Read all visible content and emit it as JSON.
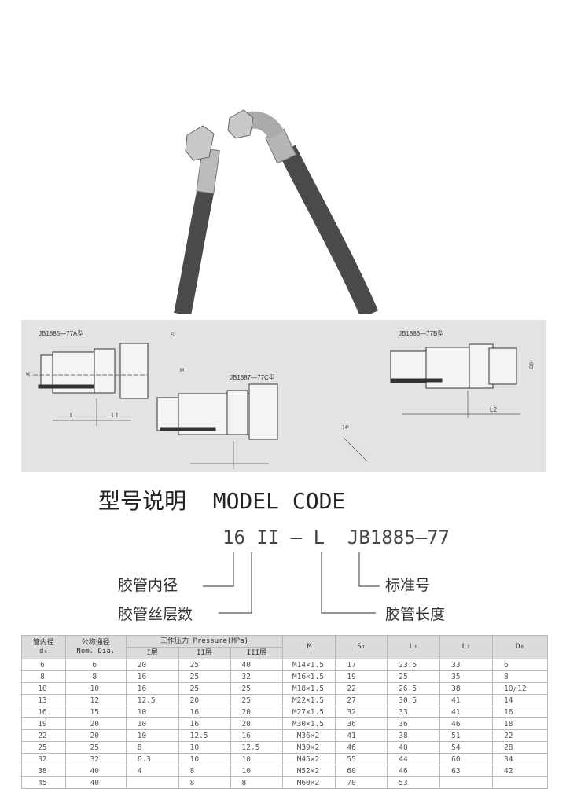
{
  "diagram": {
    "labels": {
      "a_type": "JB1885—77A型",
      "c_type": "JB1887—77C型",
      "b_type": "JB1886—77B型",
      "s1": "S1",
      "l": "L",
      "l1": "L1",
      "l2": "L2",
      "angle": "74°",
      "d0": "d0",
      "m": "M",
      "D0": "D0"
    }
  },
  "title": "型号说明  MODEL CODE",
  "model_code": "16 II — L  JB1885—77",
  "code_labels": {
    "inner_diameter": "胶管内径",
    "wire_layers": "胶管丝层数",
    "standard": "标准号",
    "length": "胶管长度"
  },
  "table": {
    "headers": {
      "d0_cn": "管内径",
      "d0": "d₀",
      "nom_cn": "公称通径",
      "nom": "Nom. Dia.",
      "pressure": "工作压力 Pressure(MPa)",
      "p1": "I层",
      "p2": "II层",
      "p3": "III层",
      "m": "M",
      "s1": "S₁",
      "l1": "L₁",
      "l2": "L₂",
      "D0": "D₀"
    },
    "rows": [
      [
        "6",
        "6",
        "20",
        "25",
        "40",
        "M14×1.5",
        "17",
        "23.5",
        "33",
        "6"
      ],
      [
        "8",
        "8",
        "16",
        "25",
        "32",
        "M16×1.5",
        "19",
        "25",
        "35",
        "8"
      ],
      [
        "10",
        "10",
        "16",
        "25",
        "25",
        "M18×1.5",
        "22",
        "26.5",
        "38",
        "10/12"
      ],
      [
        "13",
        "12",
        "12.5",
        "20",
        "25",
        "M22×1.5",
        "27",
        "30.5",
        "41",
        "14"
      ],
      [
        "16",
        "15",
        "10",
        "16",
        "20",
        "M27×1.5",
        "32",
        "33",
        "41",
        "16"
      ],
      [
        "19",
        "20",
        "10",
        "16",
        "20",
        "M30×1.5",
        "36",
        "36",
        "46",
        "18"
      ],
      [
        "22",
        "20",
        "10",
        "12.5",
        "16",
        "M36×2",
        "41",
        "38",
        "51",
        "22"
      ],
      [
        "25",
        "25",
        "8",
        "10",
        "12.5",
        "M39×2",
        "46",
        "40",
        "54",
        "28"
      ],
      [
        "32",
        "32",
        "6.3",
        "10",
        "10",
        "M45×2",
        "55",
        "44",
        "60",
        "34"
      ],
      [
        "38",
        "40",
        "4",
        "8",
        "10",
        "M52×2",
        "60",
        "46",
        "63",
        "42"
      ],
      [
        "45",
        "40",
        "",
        "8",
        "8",
        "M60×2",
        "70",
        "53",
        "",
        ""
      ]
    ]
  }
}
